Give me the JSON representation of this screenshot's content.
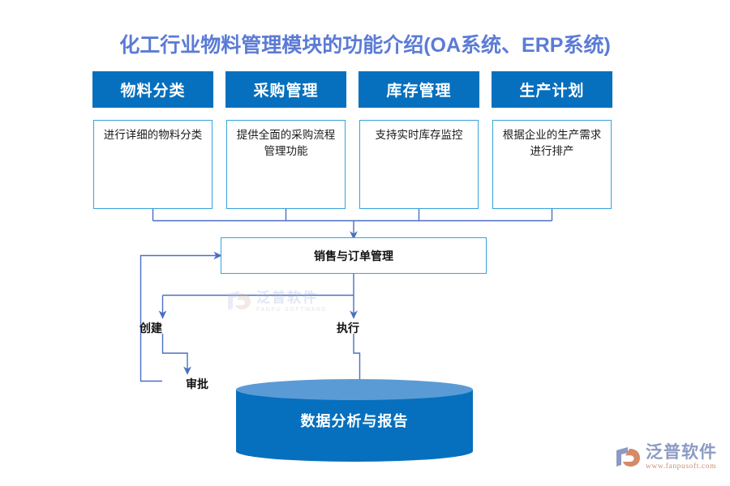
{
  "title": "化工行业物料管理模块的功能介绍(OA系统、ERP系统)",
  "colors": {
    "title": "#5B7BD5",
    "header_box": "#0670BE",
    "box_border": "#36A3DC",
    "connector": "#4A6FC4",
    "cylinder_body": "#0670BE",
    "cylinder_top": "#5B9BD5",
    "logo_text": "#8C9BC4",
    "logo_url": "#C98F7B"
  },
  "columns": [
    {
      "header": "物料分类",
      "desc": "进行详细的物料分类"
    },
    {
      "header": "采购管理",
      "desc": "提供全面的采购流程管理功能"
    },
    {
      "header": "库存管理",
      "desc": "支持实时库存监控"
    },
    {
      "header": "生产计划",
      "desc": "根据企业的生产需求进行排产"
    }
  ],
  "sales_node": {
    "label": "销售与订单管理"
  },
  "flow_labels": [
    {
      "name": "create",
      "label": "创建"
    },
    {
      "name": "approve",
      "label": "审批"
    },
    {
      "name": "execute",
      "label": "执行"
    }
  ],
  "database_node": {
    "label": "数据分析与报告"
  },
  "watermark": {
    "cn": "泛普软件",
    "en": "FANPU SOFTWARE"
  },
  "logo": {
    "cn": "泛普软件",
    "url": "www.fanpusoft.com"
  }
}
